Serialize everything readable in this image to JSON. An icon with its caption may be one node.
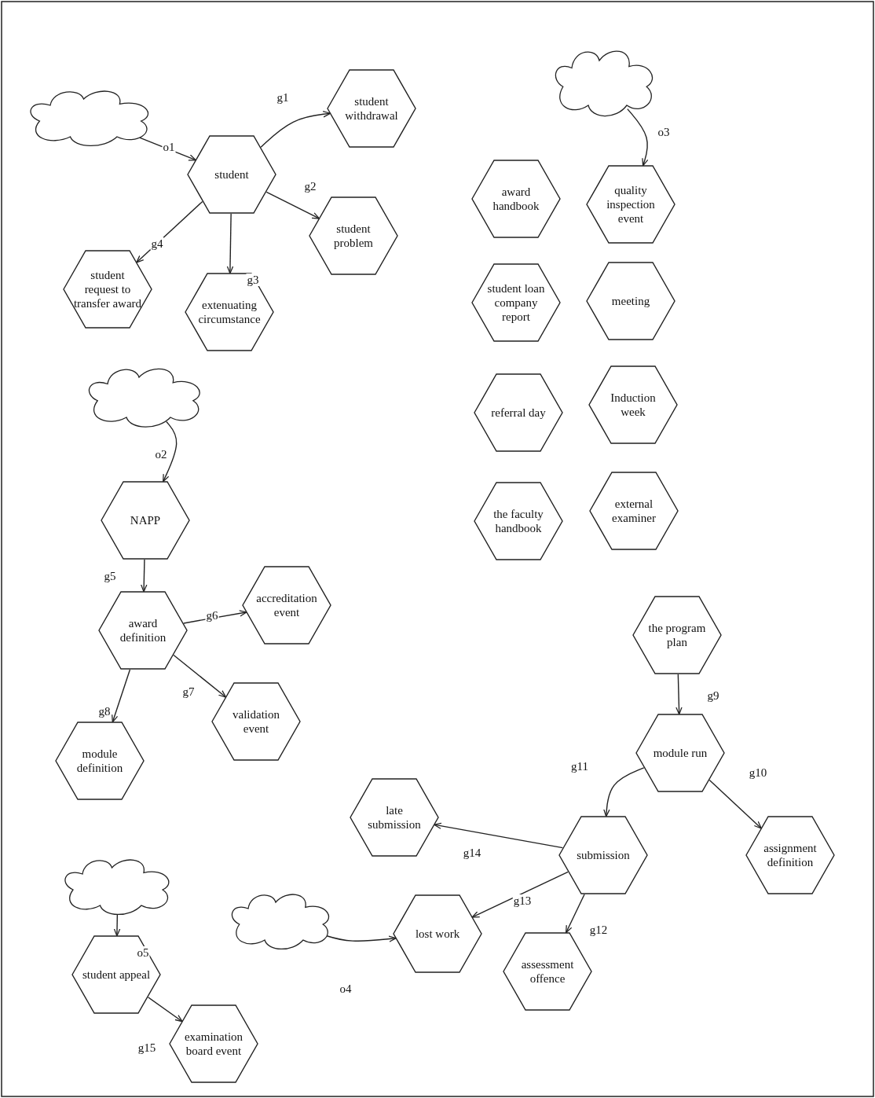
{
  "diagram": {
    "nodes": [
      {
        "text": [],
        "shape": "cloud"
      },
      {
        "text": [
          "student"
        ]
      },
      {
        "text": [
          "student withdrawal"
        ]
      },
      {
        "text": [
          "student problem"
        ]
      },
      {
        "text": [
          "student request to transfer award"
        ]
      },
      {
        "text": [
          "extenuating circumstance"
        ]
      },
      {
        "text": [],
        "shape": "cloud"
      },
      {
        "text": [
          "award handbook"
        ]
      },
      {
        "text": [
          "quality inspection event"
        ]
      },
      {
        "text": [
          "student loan company report"
        ]
      },
      {
        "text": [
          "meeting"
        ]
      },
      {
        "text": [
          "referral day"
        ]
      },
      {
        "text": [
          "Induction week"
        ]
      },
      {
        "text": [
          "the faculty handbook"
        ]
      },
      {
        "text": [
          "external examiner"
        ]
      },
      {
        "text": [],
        "shape": "cloud"
      },
      {
        "text": [
          "NAPP"
        ]
      },
      {
        "text": [
          "award definition"
        ]
      },
      {
        "text": [
          "accreditation event"
        ]
      },
      {
        "text": [
          "validation event"
        ]
      },
      {
        "text": [
          "module definition"
        ]
      },
      {
        "text": [
          "the program plan"
        ]
      },
      {
        "text": [
          "module run"
        ]
      },
      {
        "text": [
          "assignment definition"
        ]
      },
      {
        "text": [
          "late submission"
        ]
      },
      {
        "text": [
          "submission"
        ]
      },
      {
        "text": [],
        "shape": "cloud"
      },
      {
        "text": [],
        "shape": "cloud"
      },
      {
        "text": [
          "lost work"
        ]
      },
      {
        "text": [
          "assessment offence"
        ]
      },
      {
        "text": [
          "student appeal"
        ]
      },
      {
        "text": [
          "examination board event"
        ]
      }
    ],
    "edges": [
      {
        "from": 0,
        "to": 1,
        "arrow": "to",
        "label": "o1"
      },
      {
        "from": 1,
        "to": 2,
        "arrow": "to",
        "label": "g1"
      },
      {
        "from": 1,
        "to": 3,
        "arrow": "to",
        "label": "g2"
      },
      {
        "from": 1,
        "to": 5,
        "arrow": "to",
        "label": "g3"
      },
      {
        "from": 1,
        "to": 4,
        "arrow": "to",
        "label": "g4"
      },
      {
        "from": 6,
        "to": 8,
        "arrow": "to",
        "label": "o3"
      },
      {
        "from": 15,
        "to": 16,
        "arrow": "to",
        "label": "o2"
      },
      {
        "from": 16,
        "to": 17,
        "arrow": "to",
        "label": "g5"
      },
      {
        "from": 17,
        "to": 18,
        "arrow": "to",
        "label": "g6"
      },
      {
        "from": 17,
        "to": 19,
        "arrow": "to",
        "label": "g7"
      },
      {
        "from": 17,
        "to": 20,
        "arrow": "to",
        "label": "g8"
      },
      {
        "from": 21,
        "to": 22,
        "arrow": "to",
        "label": "g9"
      },
      {
        "from": 22,
        "to": 23,
        "arrow": "to",
        "label": "g10"
      },
      {
        "from": 22,
        "to": 25,
        "arrow": "to",
        "label": "g11"
      },
      {
        "from": 25,
        "to": 24,
        "arrow": "to",
        "label": "g14"
      },
      {
        "from": 25,
        "to": 28,
        "arrow": "to",
        "label": "g13"
      },
      {
        "from": 25,
        "to": 29,
        "arrow": "to",
        "label": "g12"
      },
      {
        "from": 27,
        "to": 28,
        "arrow": "to",
        "label": "o4"
      },
      {
        "from": 26,
        "to": 30,
        "arrow": "to",
        "label": "o5"
      },
      {
        "from": 30,
        "to": 31,
        "arrow": "to",
        "label": "g15"
      }
    ]
  }
}
